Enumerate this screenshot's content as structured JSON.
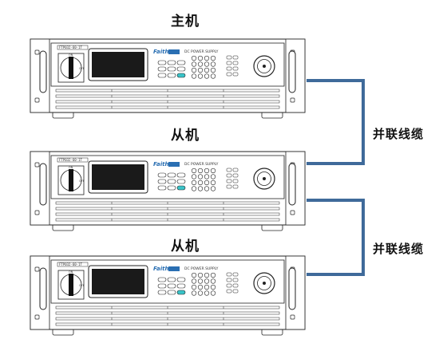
{
  "units": [
    {
      "title": "主机",
      "brand": "Faith",
      "panel_text": "DC POWER SUPPLY",
      "model": "FTP032-60-1T"
    },
    {
      "title": "从机",
      "brand": "Faith",
      "panel_text": "DC POWER SUPPLY",
      "model": "FTP032-60-1T"
    },
    {
      "title": "从机",
      "brand": "Faith",
      "panel_text": "DC POWER SUPPLY",
      "model": "FTP032-60-1T"
    }
  ],
  "cables": [
    {
      "label": "并联线缆",
      "color": "#3f6a9a"
    },
    {
      "label": "并联线缆",
      "color": "#3f6a9a"
    }
  ],
  "switch_labels": {
    "on": "ON",
    "off": "OFF"
  }
}
